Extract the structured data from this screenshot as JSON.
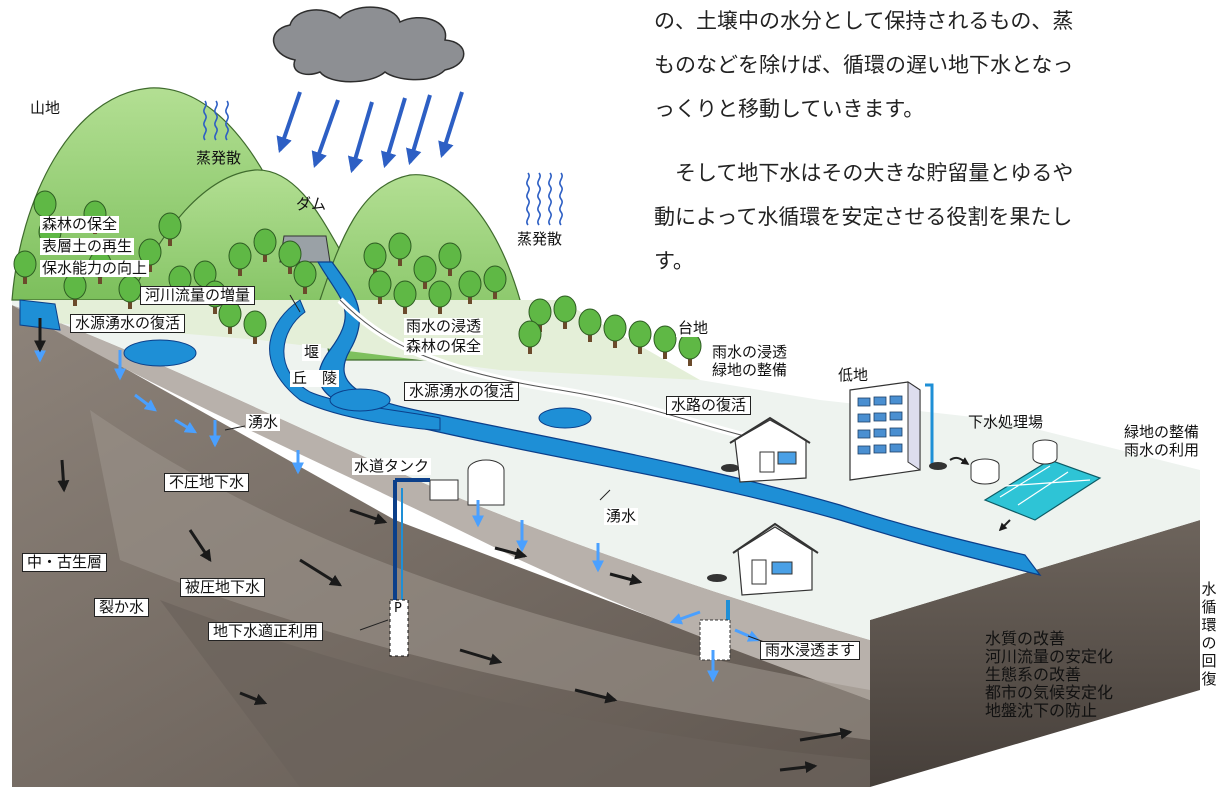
{
  "paragraph": {
    "lines": [
      "の、土壌中の水分として保持されるもの、蒸",
      "ものなどを除けば、循環の遅い地下水となっ",
      "っくりと移動していきます。",
      "　そして地下水はその大きな貯留量とゆるや",
      "動によって水循環を安定させる役割を果たし",
      "す。"
    ]
  },
  "labels": {
    "sanchi": "山地",
    "jouhatsusan_left": "蒸発散",
    "jouhatsusan_right": "蒸発散",
    "dam": "ダム",
    "shinrin_hozen": "森林の保全",
    "hyousoudo": "表層土の再生",
    "hosui": "保水能力の向上",
    "kasen_zouryou": "河川流量の増量",
    "suigen_left": "水源湧水の復活",
    "seki": "堰",
    "kyuryo": "丘　陵",
    "usui_shinrin_1": "雨水の浸透",
    "usui_shinrin_2": "森林の保全",
    "daichi": "台地",
    "usui_ryokuchi_1": "雨水の浸透",
    "usui_ryokuchi_2": "緑地の整備",
    "teichi": "低地",
    "suigen_center": "水源湧水の復活",
    "suiro": "水路の復活",
    "yusui_left": "湧水",
    "gesui": "下水処理場",
    "ryokuchi_right_1": "緑地の整備",
    "ryokuchi_right_2": "雨水の利用",
    "suido_tank": "水道タンク",
    "fuatsu": "不圧地下水",
    "yusui_center": "湧水",
    "chuko": "中・古生層",
    "hiatsu": "被圧地下水",
    "rekka": "裂か水",
    "tekisei": "地下水適正利用",
    "usui_shintou_masu": "雨水浸透ます",
    "pump": "P",
    "cycle_recovery": "水循環の回復"
  },
  "effects": [
    "水質の改善",
    "河川流量の安定化",
    "生態系の改善",
    "都市の気候安定化",
    "地盤沈下の防止"
  ],
  "colors": {
    "water": "#1e8fd6",
    "water_dark": "#0b3f8a",
    "arrow_blue": "#3c6fd1",
    "hill": "#9fd27f",
    "earth_dark": "#6e6258",
    "earth_mid": "#8b8178",
    "earth_light": "#b6b0aa",
    "tank_fill": "#2ec4d6"
  }
}
